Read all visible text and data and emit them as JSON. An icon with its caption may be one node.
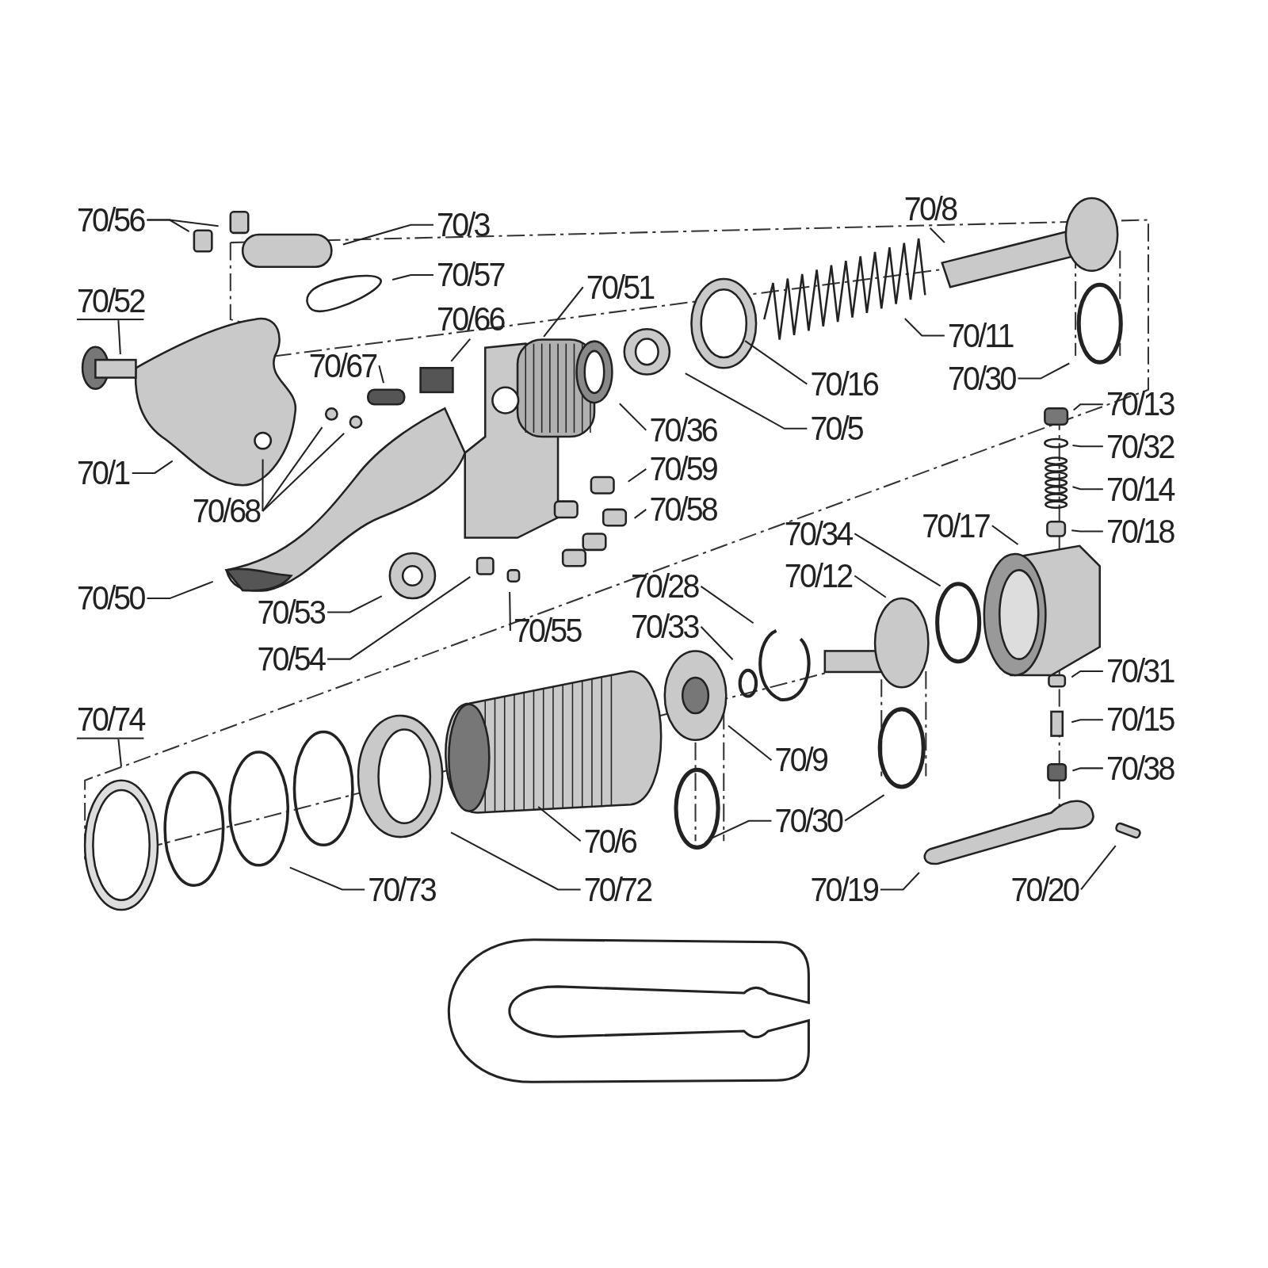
{
  "diagram": {
    "nodes": [
      {
        "text": [
          "70/56"
        ]
      },
      {
        "text": [
          "70/3"
        ]
      },
      {
        "text": [
          "70/52"
        ]
      },
      {
        "text": [
          "70/57"
        ]
      },
      {
        "text": [
          "70/51"
        ]
      },
      {
        "text": [
          "70/66"
        ]
      },
      {
        "text": [
          "70/8"
        ]
      },
      {
        "text": [
          "70/67"
        ]
      },
      {
        "text": [
          "70/11"
        ]
      },
      {
        "text": [
          "70/16"
        ]
      },
      {
        "text": [
          "70/30"
        ]
      },
      {
        "text": [
          "70/1"
        ]
      },
      {
        "text": [
          "70/36"
        ]
      },
      {
        "text": [
          "70/5"
        ]
      },
      {
        "text": [
          "70/13"
        ]
      },
      {
        "text": [
          "70/32"
        ]
      },
      {
        "text": [
          "70/59"
        ]
      },
      {
        "text": [
          "70/68"
        ]
      },
      {
        "text": [
          "70/14"
        ]
      },
      {
        "text": [
          "70/58"
        ]
      },
      {
        "text": [
          "70/17"
        ]
      },
      {
        "text": [
          "70/34"
        ]
      },
      {
        "text": [
          "70/18"
        ]
      },
      {
        "text": [
          "70/12"
        ]
      },
      {
        "text": [
          "70/28"
        ]
      },
      {
        "text": [
          "70/50"
        ]
      },
      {
        "text": [
          "70/33"
        ]
      },
      {
        "text": [
          "70/53"
        ]
      },
      {
        "text": [
          "70/55"
        ]
      },
      {
        "text": [
          "70/54"
        ]
      },
      {
        "text": [
          "70/31"
        ]
      },
      {
        "text": [
          "70/74"
        ]
      },
      {
        "text": [
          "70/15"
        ]
      },
      {
        "text": [
          "70/9"
        ]
      },
      {
        "text": [
          "70/38"
        ]
      },
      {
        "text": [
          "70/30"
        ]
      },
      {
        "text": [
          "70/6"
        ]
      },
      {
        "text": [
          "70/73"
        ]
      },
      {
        "text": [
          "70/72"
        ]
      },
      {
        "text": [
          "70/19"
        ]
      },
      {
        "text": [
          "70/20"
        ]
      }
    ],
    "edges": [
      {
        "from": 0,
        "to": null,
        "arrow": "none"
      },
      {
        "from": 0,
        "to": null,
        "arrow": "none"
      },
      {
        "from": 1,
        "to": null,
        "arrow": "none"
      },
      {
        "from": 2,
        "to": null,
        "arrow": "none"
      },
      {
        "from": 3,
        "to": null,
        "arrow": "none"
      },
      {
        "from": 4,
        "to": null,
        "arrow": "none"
      },
      {
        "from": 5,
        "to": null,
        "arrow": "none"
      },
      {
        "from": 6,
        "to": null,
        "arrow": "none"
      },
      {
        "from": 7,
        "to": null,
        "arrow": "none"
      },
      {
        "from": 8,
        "to": null,
        "arrow": "none"
      },
      {
        "from": 9,
        "to": null,
        "arrow": "none"
      },
      {
        "from": 10,
        "to": null,
        "arrow": "none"
      },
      {
        "from": 11,
        "to": null,
        "arrow": "none"
      },
      {
        "from": 12,
        "to": null,
        "arrow": "none"
      },
      {
        "from": 13,
        "to": null,
        "arrow": "none"
      },
      {
        "from": 14,
        "to": null,
        "arrow": "none"
      },
      {
        "from": 15,
        "to": null,
        "arrow": "none"
      },
      {
        "from": 16,
        "to": null,
        "arrow": "none"
      },
      {
        "from": 17,
        "to": null,
        "arrow": "none"
      },
      {
        "from": 17,
        "to": null,
        "arrow": "none"
      },
      {
        "from": 17,
        "to": null,
        "arrow": "none"
      },
      {
        "from": 18,
        "to": null,
        "arrow": "none"
      },
      {
        "from": 19,
        "to": null,
        "arrow": "none"
      },
      {
        "from": 20,
        "to": null,
        "arrow": "none"
      },
      {
        "from": 21,
        "to": null,
        "arrow": "none"
      },
      {
        "from": 22,
        "to": null,
        "arrow": "none"
      },
      {
        "from": 23,
        "to": null,
        "arrow": "none"
      },
      {
        "from": 24,
        "to": null,
        "arrow": "none"
      },
      {
        "from": 25,
        "to": null,
        "arrow": "none"
      },
      {
        "from": 26,
        "to": null,
        "arrow": "none"
      },
      {
        "from": 27,
        "to": null,
        "arrow": "none"
      },
      {
        "from": 28,
        "to": null,
        "arrow": "none"
      },
      {
        "from": 29,
        "to": null,
        "arrow": "none"
      },
      {
        "from": 30,
        "to": null,
        "arrow": "none"
      },
      {
        "from": 31,
        "to": null,
        "arrow": "none"
      },
      {
        "from": 32,
        "to": null,
        "arrow": "none"
      },
      {
        "from": 33,
        "to": null,
        "arrow": "none"
      },
      {
        "from": 34,
        "to": null,
        "arrow": "none"
      },
      {
        "from": 35,
        "to": null,
        "arrow": "none"
      },
      {
        "from": 35,
        "to": null,
        "arrow": "none"
      },
      {
        "from": 36,
        "to": null,
        "arrow": "none"
      },
      {
        "from": 37,
        "to": null,
        "arrow": "none"
      },
      {
        "from": 38,
        "to": null,
        "arrow": "none"
      },
      {
        "from": 39,
        "to": null,
        "arrow": "none"
      },
      {
        "from": 40,
        "to": null,
        "arrow": "none"
      }
    ]
  }
}
